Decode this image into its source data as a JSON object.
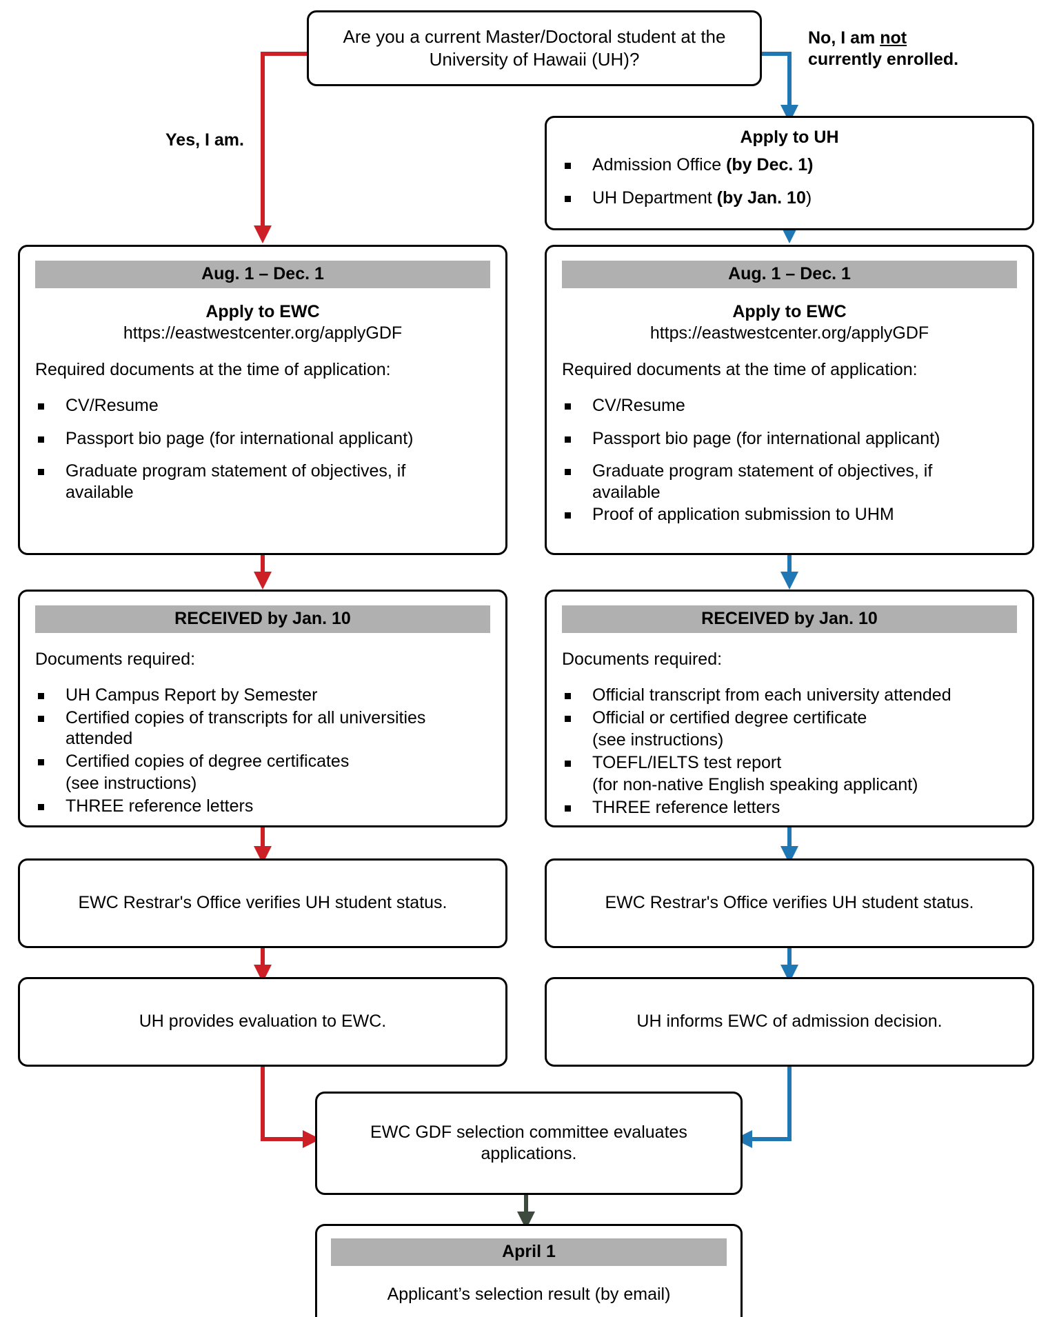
{
  "colors": {
    "yes_branch": "#cc2026",
    "no_branch": "#1f77b4",
    "final_arrow": "#3f4a3f",
    "band": "#b0b0b0",
    "border": "#000000"
  },
  "decision": {
    "text": "Are you a current Master/Doctoral student at the University of Hawaii (UH)?"
  },
  "edge_labels": {
    "yes": "Yes, I am.",
    "no_line1_pre": "No, I am ",
    "no_line1_underlined": "not",
    "no_line2": "currently enrolled."
  },
  "apply_uh": {
    "title": "Apply to UH",
    "items": [
      {
        "text": "Admission Office ",
        "bold": "(by Dec. 1)"
      },
      {
        "text": "UH Department ",
        "bold": "(by Jan. 10",
        "tail": ")"
      }
    ]
  },
  "left_branch": {
    "apply_ewc": {
      "band": "Aug. 1 – Dec. 1",
      "title": "Apply to EWC",
      "url": "https://eastwestcenter.org/applyGDF",
      "lead": "Required documents at the time of application:",
      "items": [
        "CV/Resume",
        "Passport bio page (for international applicant)",
        "Graduate program statement of objectives, if available"
      ]
    },
    "received": {
      "band": "RECEIVED by Jan. 10",
      "lead": "Documents required:",
      "items": [
        {
          "main": "UH Campus Report by Semester"
        },
        {
          "main": "Certified copies of transcripts for all universities attended"
        },
        {
          "main": "Certified copies of degree certificates",
          "sub": "(see instructions)"
        },
        {
          "main": "THREE reference letters"
        }
      ]
    },
    "verify": "EWC Restrar's Office verifies UH student status.",
    "evaluation": "UH provides evaluation to EWC."
  },
  "right_branch": {
    "apply_ewc": {
      "band": "Aug. 1 – Dec. 1",
      "title": "Apply to EWC",
      "url": "https://eastwestcenter.org/applyGDF",
      "lead": "Required documents at the time of application:",
      "items": [
        "CV/Resume",
        "Passport bio page (for international applicant)",
        "Graduate program statement of objectives, if available",
        "Proof of application submission to UHM"
      ]
    },
    "received": {
      "band": "RECEIVED by Jan. 10",
      "lead": "Documents required:",
      "items": [
        {
          "main": "Official transcript from each university attended"
        },
        {
          "main": "Official or certified degree certificate",
          "sub": "(see instructions)"
        },
        {
          "main": "TOEFL/IELTS test report",
          "sub": "(for non-native English speaking applicant)"
        },
        {
          "main": "THREE reference letters"
        }
      ]
    },
    "verify": "EWC Restrar's Office verifies UH student status.",
    "evaluation": "UH informs EWC of admission decision."
  },
  "committee": {
    "text": "EWC GDF selection committee evaluates applications."
  },
  "result": {
    "band": "April 1",
    "text": "Applicant’s selection result (by email)"
  }
}
